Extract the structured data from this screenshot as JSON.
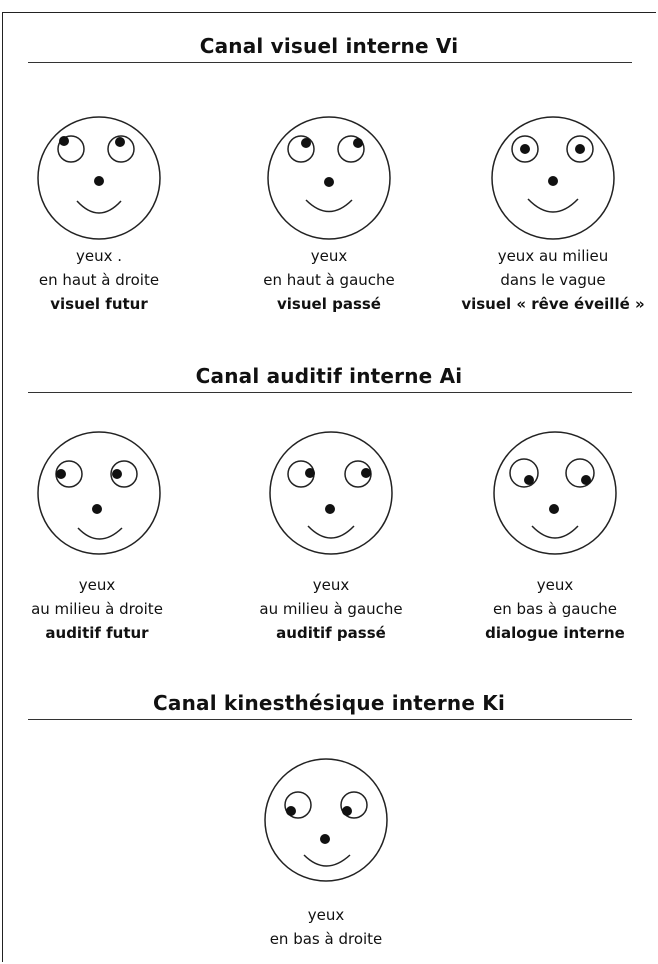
{
  "sections": [
    {
      "title": "Canal visuel interne Vi",
      "faces": [
        {
          "lines": [
            "yeux .",
            "en haut à droite"
          ],
          "label": "visuel futur"
        },
        {
          "lines": [
            "yeux",
            "en haut à gauche"
          ],
          "label": "visuel passé"
        },
        {
          "lines": [
            "yeux au milieu",
            "dans le vague"
          ],
          "label": "visuel « rêve éveillé »"
        }
      ]
    },
    {
      "title": "Canal auditif interne Ai",
      "faces": [
        {
          "lines": [
            "yeux",
            "au milieu à droite"
          ],
          "label": "auditif futur"
        },
        {
          "lines": [
            "yeux",
            "au milieu à gauche"
          ],
          "label": "auditif passé"
        },
        {
          "lines": [
            "yeux",
            "en bas à gauche"
          ],
          "label": "dialogue interne"
        }
      ]
    },
    {
      "title": "Canal kinesthésique interne Ki",
      "faces": [
        {
          "lines": [
            "yeux",
            "en bas à droite"
          ],
          "label": ""
        }
      ]
    }
  ]
}
